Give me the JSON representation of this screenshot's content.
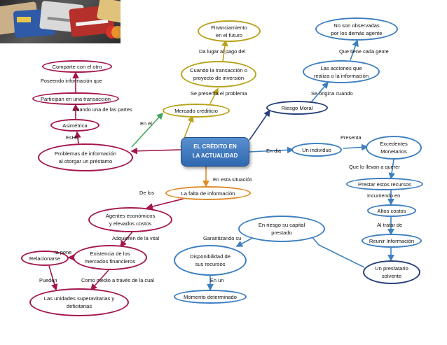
{
  "central": {
    "line1": "EL CRÉDITO EN",
    "line2": "LA ACTUALIDAD"
  },
  "colors": {
    "red": "#a4164d",
    "olive": "#b9a21c",
    "blue": "#3d7fc1",
    "navy": "#27407a",
    "green": "#43a55b",
    "orange": "#e08a26",
    "central_fill": "#3f78c0"
  },
  "nodes": {
    "financiamiento": "Financiamiento\nen el futuro",
    "no_observadas": "No son observadas\npor los demás agente",
    "comparte": "Comparte con el otro",
    "cuando_transaccion": "Cuando la transacción o\nproyecto de inversión",
    "acciones": "Las acciones que\nrealiza o la información",
    "participan": "Participan en una transacción",
    "mercado_crediticio": "Mercado crediticio",
    "riesgo_moral": "Riesgo Moral",
    "asimetrica": "Asimétrica",
    "problemas": "Problemas de información\nal otorgar un préstamo",
    "un_individuo": "Un individuo",
    "excedentes": "Excedentes\nMonetarios",
    "prestar": "Prestar estos recursos",
    "falta_info": "La falta de información",
    "altos_costos": "Altos costos",
    "agentes": "Agentes económicos\ny elevados costos",
    "riesgo_capital": "En riesgo su capital\nprestado",
    "reunir": "Reunir Información",
    "relacionarse": "Relacionarse",
    "existencia": "Existencia de los\nmercados financieros",
    "disponibilidad": "Disponibilidad de\nsus recursos",
    "prestatario": "Un prestatario\nsolvente",
    "unidades": "Las unidades superavitarias y\ndeficitarias",
    "momento": "Momento determinado"
  },
  "links": {
    "da_lugar": "Da lugar al pago del",
    "que_tiene": "Que tiene cada gente",
    "poseendo": "Poseendo información que",
    "se_presenta": "Se presenta el problema",
    "se_origina": "Se origina cuando",
    "cuando_una": "Cuando una de las partes",
    "en_el": "En el",
    "es_ho": "EsHo",
    "presenta": "Presenta",
    "en_dia": "En dia",
    "que_lo_llevan": "Que lo llevan a querer",
    "en_esta": "En esta situación",
    "de_los": "De los",
    "incurriendo": "Incurriendo en",
    "al_tratar": "Al tratar de",
    "adquieren": "Adquieren de la vital",
    "garantizando": "Garantizando su",
    "la_pone": "la pone",
    "pueden": "Pueden",
    "como_medio": "Como medio a través de la cual",
    "en_un": "En un"
  }
}
